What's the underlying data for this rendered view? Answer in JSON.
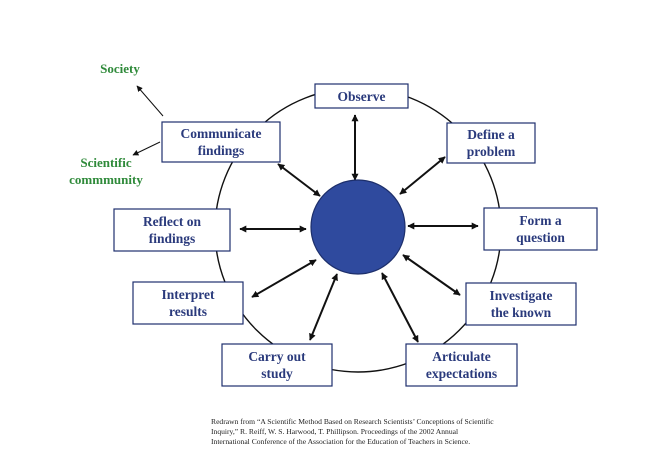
{
  "steps": {
    "observe": [
      "Observe"
    ],
    "define": [
      "Define a",
      "problem"
    ],
    "form": [
      "Form a",
      "question"
    ],
    "investigate": [
      "Investigate",
      "the known"
    ],
    "articulate": [
      "Articulate",
      "expectations"
    ],
    "carry": [
      "Carry out",
      "study"
    ],
    "interpret": [
      "Interpret",
      "results"
    ],
    "reflect": [
      "Reflect on",
      "findings"
    ],
    "communicate": [
      "Communicate",
      "findings"
    ]
  },
  "audiences": {
    "society": "Society",
    "community": [
      "Scientific",
      "commmunity"
    ]
  },
  "caption": [
    "Redrawn from “A Scientific Method Based on Research Scientists’ Conceptions of Scientific",
    "Inquiry,”  R. Reiff, W. S. Harwood, T. Phillipson.  Proceedings of the 2002 Annual",
    "International Conference of the Association for the Education of Teachers in Science."
  ],
  "colors": {
    "box_text": "#2a3a7c",
    "box_border": "#1e2f6e",
    "center_fill": "#2f4a9e",
    "audience_text": "#2f8a3a",
    "arrow": "#111111"
  }
}
